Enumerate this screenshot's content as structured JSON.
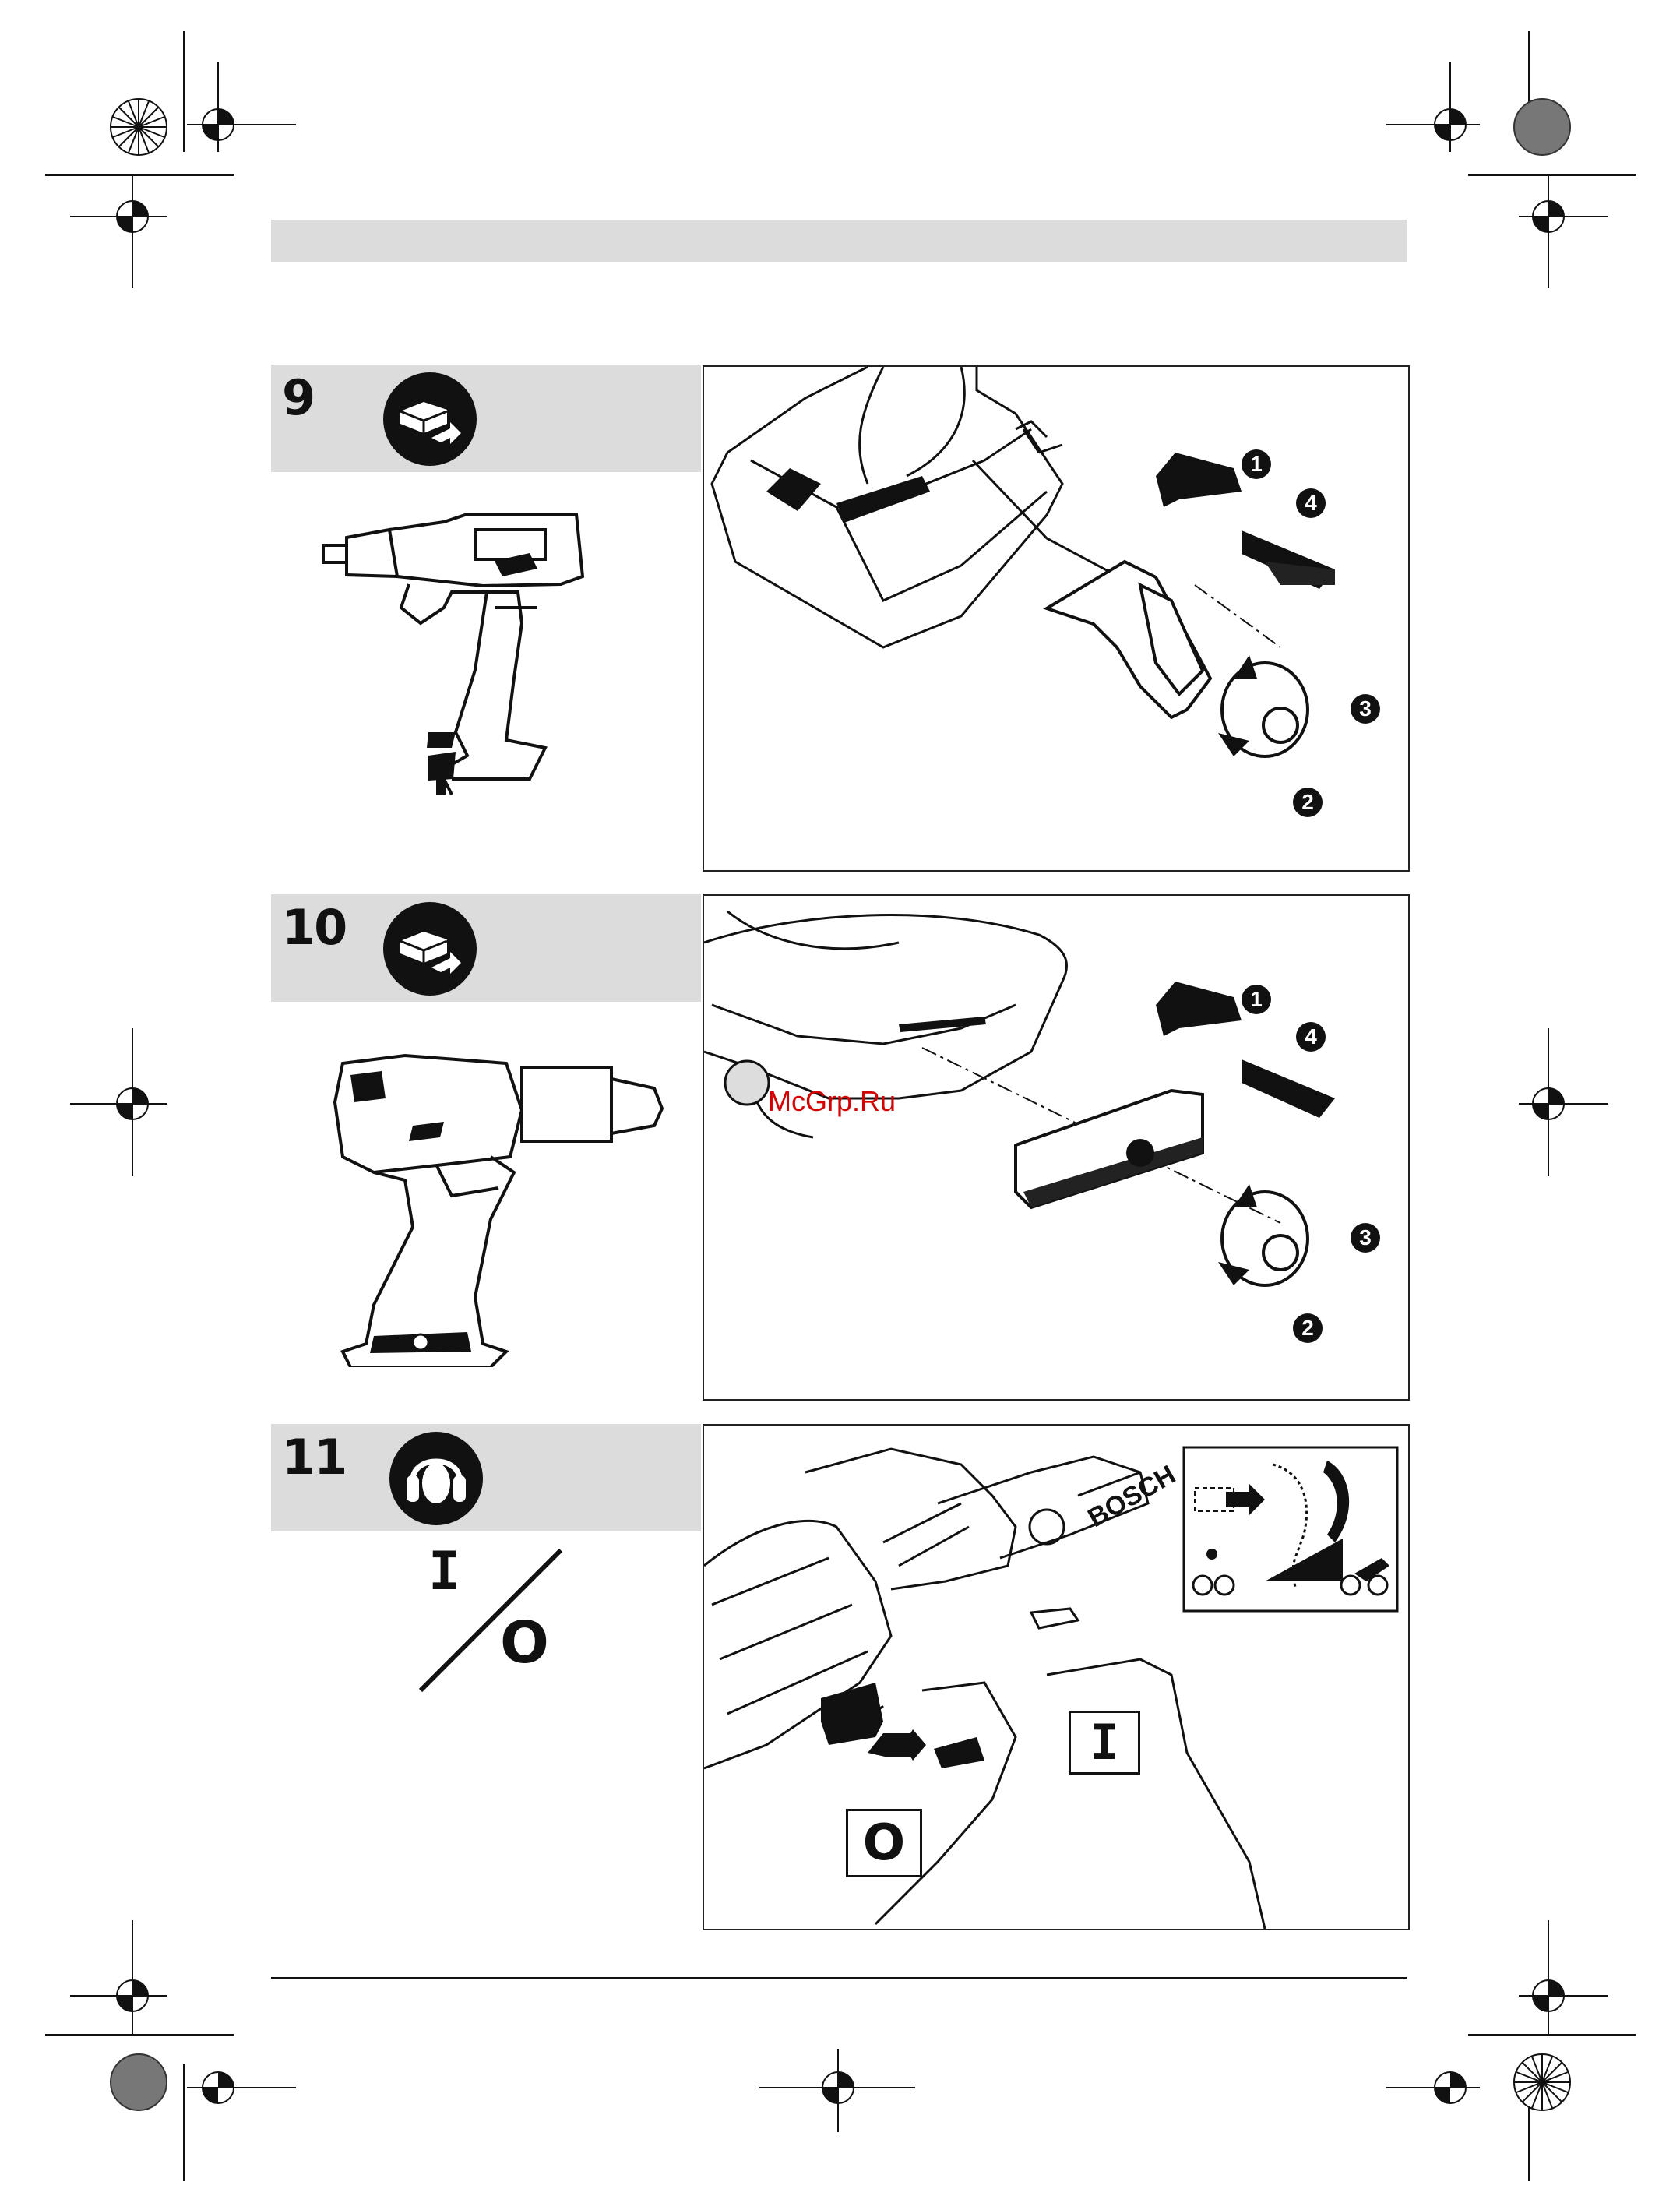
{
  "steps": [
    {
      "number": "9",
      "icon": "battery-remove-icon",
      "markers": [
        "1",
        "4",
        "3",
        "2"
      ]
    },
    {
      "number": "10",
      "icon": "battery-remove-icon",
      "markers": [
        "1",
        "4",
        "3",
        "2"
      ]
    },
    {
      "number": "11",
      "icon": "hearing-protection-icon",
      "switch_on": "I",
      "switch_off": "O",
      "brand": "BOSCH"
    }
  ],
  "watermark": "McGrp.Ru"
}
